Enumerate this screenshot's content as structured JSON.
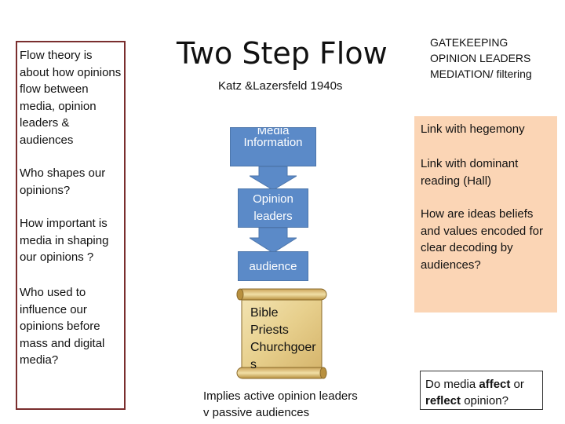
{
  "left_panel": {
    "q1": "Flow theory is about how opinions flow between media, opinion leaders & audiences",
    "q2": "Who shapes our opinions?",
    "q3": "How important is media in shaping our opinions ?",
    "q4": "Who used to influence our opinions before mass and digital media?"
  },
  "title": "Two Step Flow",
  "subtitle": "Katz &Lazersfeld 1940s",
  "flow": {
    "media_line1": "Media",
    "media_line2": "Information",
    "opinion_line1": "Opinion",
    "opinion_line2": "leaders",
    "audience": "audience",
    "box_color": "#5b8ac8"
  },
  "scroll": {
    "line1": "Bible",
    "line2": "Priests",
    "line3": "Churchgoer",
    "line4": "s"
  },
  "implies": {
    "line1": "Implies active opinion leaders",
    "line2": "v  passive audiences"
  },
  "gatekeeping": {
    "line1": "GATEKEEPING",
    "line2": "OPINION LEADERS",
    "line3": "MEDIATION/ filtering"
  },
  "right_panel": {
    "link1": "Link with hegemony",
    "link2_line1": "Link with dominant",
    "link2_line2": "reading (Hall)",
    "question": "How are ideas beliefs and values encoded for clear decoding by audiences?",
    "bg_color": "#fbd5b5"
  },
  "bottom_question": {
    "pre": "Do media ",
    "affect": "affect",
    "mid": " or",
    "reflect": "reflect",
    "post": " opinion?"
  }
}
